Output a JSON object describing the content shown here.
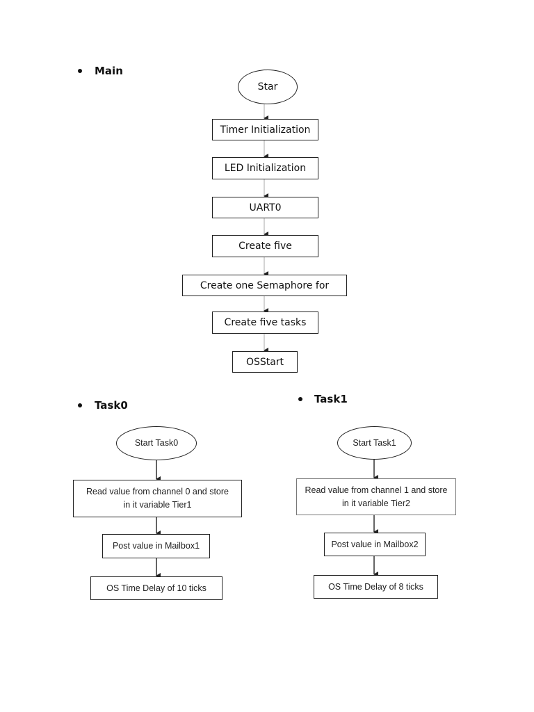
{
  "main": {
    "heading": "Main",
    "start": "Star",
    "steps": [
      "Timer Initialization",
      "LED Initialization",
      "UART0",
      "Create five",
      "Create one Semaphore for",
      "Create five tasks",
      "OSStart"
    ]
  },
  "task0": {
    "heading": "Task0",
    "start": "Start Task0",
    "steps": [
      "Read value from channel 0 and store in it variable Tier1",
      "Post value in Mailbox1",
      "OS Time Delay of 10 ticks"
    ]
  },
  "task1": {
    "heading": "Task1",
    "start": "Start Task1",
    "steps": [
      "Read value from channel 1 and store in it variable Tier2",
      "Post value in Mailbox2",
      "OS Time Delay of 8 ticks"
    ]
  }
}
